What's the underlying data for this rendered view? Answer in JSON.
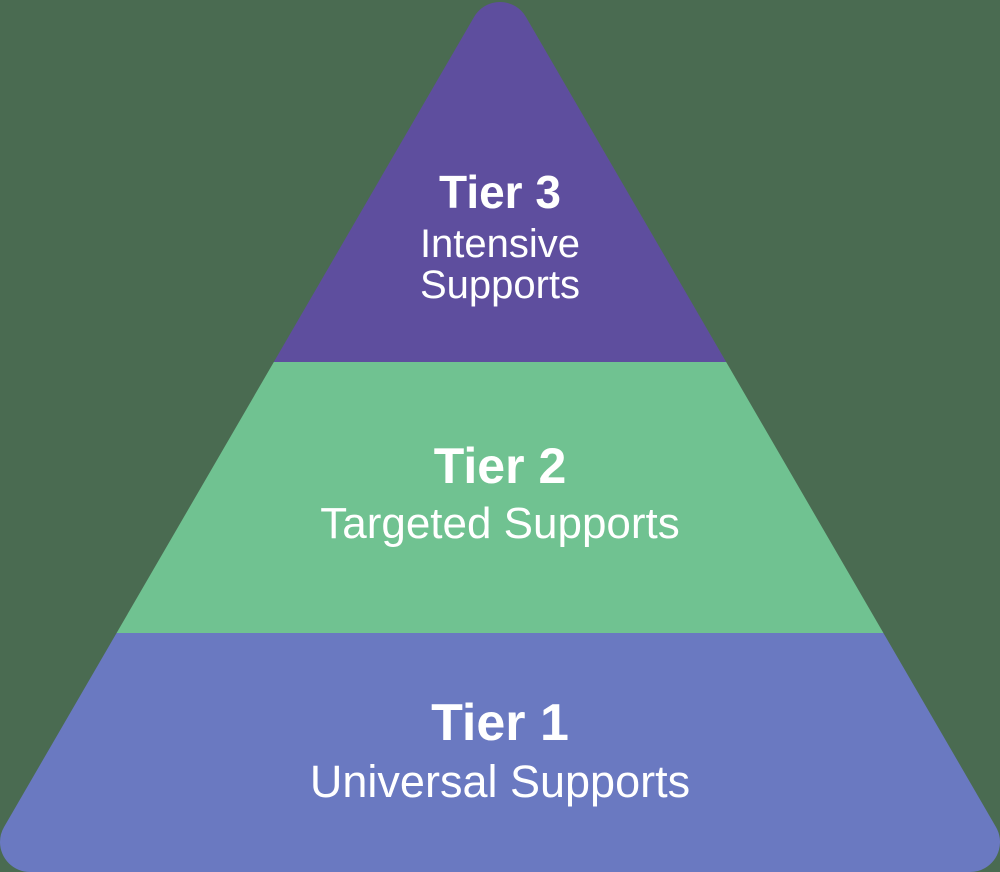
{
  "page": {
    "background_color": "#4a6b51",
    "text_color": "#ffffff"
  },
  "pyramid": {
    "description": "Three-tier supports pyramid",
    "tiers": [
      {
        "id": "tier-3",
        "position": "top",
        "title": "Tier 3",
        "subtitle": "Intensive Supports",
        "color": "#5e4e9e"
      },
      {
        "id": "tier-2",
        "position": "middle",
        "title": "Tier 2",
        "subtitle": "Targeted Supports",
        "color": "#70c291"
      },
      {
        "id": "tier-1",
        "position": "bottom",
        "title": "Tier 1",
        "subtitle": "Universal Supports",
        "color": "#6a79c1"
      }
    ]
  }
}
